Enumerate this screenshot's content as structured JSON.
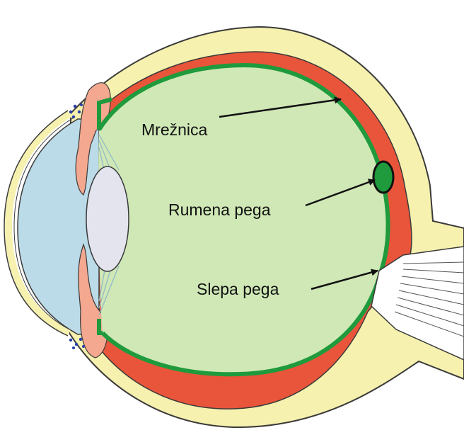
{
  "labels": {
    "retina": "Mrežnica",
    "macula": "Rumena pega",
    "blind_spot": "Slepa pega"
  },
  "colors": {
    "sclera": "#f6f1ae",
    "choroid": "#e8553a",
    "retina": "#1f9a3c",
    "vitreous": "#cfe8b6",
    "cornea_chamber": "#bcdbe8",
    "lens": "#e4e4ef",
    "iris_ciliary": "#f3a88f",
    "outline": "#3a3a3a",
    "arrow": "#111111",
    "schlemm_dots": "#2a3fa8"
  }
}
